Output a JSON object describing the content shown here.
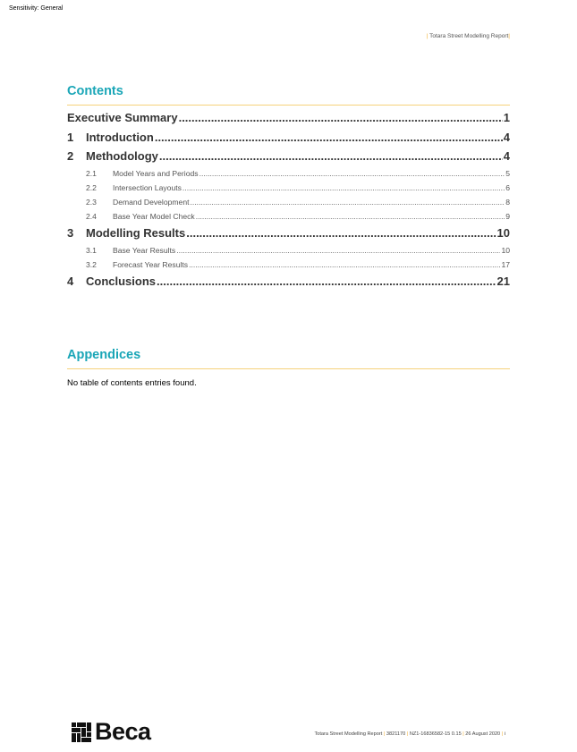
{
  "sensitivity": "Sensitivity: General",
  "header": {
    "doc_title": "Totara Street Modelling Report"
  },
  "contents": {
    "heading": "Contents",
    "entries": [
      {
        "num": "",
        "title": "Executive Summary",
        "page": "1"
      },
      {
        "num": "1",
        "title": "Introduction",
        "page": "4"
      },
      {
        "num": "2",
        "title": "Methodology",
        "page": "4"
      },
      {
        "num": "2.1",
        "title": "Model Years and Periods",
        "page": "5"
      },
      {
        "num": "2.2",
        "title": "Intersection Layouts",
        "page": "6"
      },
      {
        "num": "2.3",
        "title": "Demand Development",
        "page": "8"
      },
      {
        "num": "2.4",
        "title": "Base Year Model Check",
        "page": "9"
      },
      {
        "num": "3",
        "title": "Modelling Results",
        "page": "10"
      },
      {
        "num": "3.1",
        "title": "Base Year Results",
        "page": "10"
      },
      {
        "num": "3.2",
        "title": "Forecast Year Results",
        "page": "17"
      },
      {
        "num": "4",
        "title": "Conclusions",
        "page": "21"
      }
    ]
  },
  "appendices": {
    "heading": "Appendices",
    "message": "No table of contents entries found."
  },
  "logo": {
    "text": "Beca"
  },
  "footer": {
    "title": "Totara Street Modelling Report",
    "job": "3821170",
    "doc_ref": "NZ1-16836582-15 0.15",
    "date": "26 August 2020",
    "page": "i"
  },
  "colors": {
    "heading": "#1aa6b7",
    "rule": "#f6d27a",
    "separator": "#f2b134"
  }
}
